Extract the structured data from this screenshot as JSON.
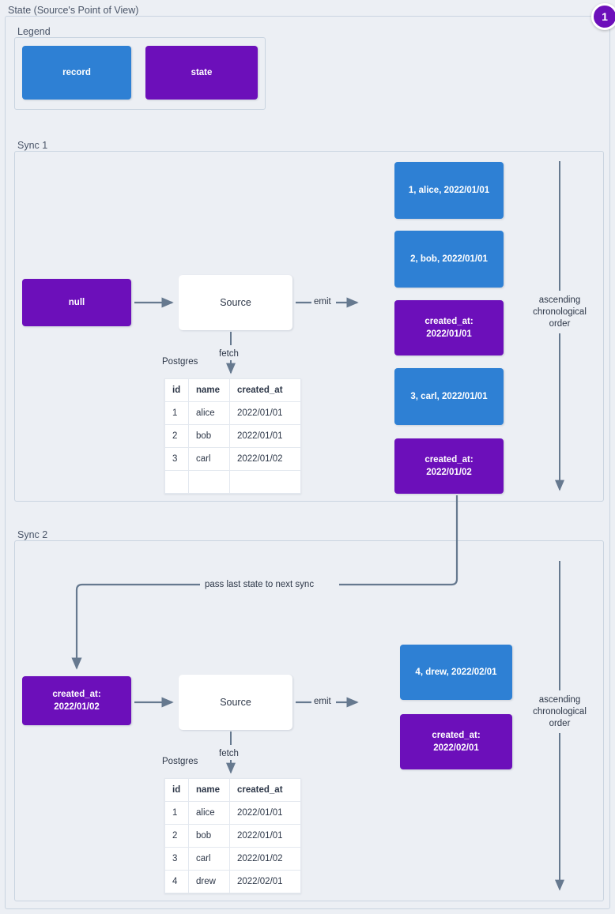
{
  "diagram": {
    "title": "State (Source's Point of View)",
    "badge": "1"
  },
  "legend": {
    "label": "Legend",
    "items": [
      {
        "label": "record",
        "kind": "record",
        "color": "#2e80d4"
      },
      {
        "label": "state",
        "kind": "state",
        "color": "#6c0fba"
      }
    ]
  },
  "sync1": {
    "label": "Sync 1",
    "input_state": "null",
    "source": "Source",
    "emit_label": "emit",
    "fetch_label": "fetch",
    "db_label": "Postgres",
    "order_note": "ascending\nchronological\norder",
    "table": {
      "columns": [
        "id",
        "name",
        "created_at"
      ],
      "rows": [
        [
          "1",
          "alice",
          "2022/01/01"
        ],
        [
          "2",
          "bob",
          "2022/01/01"
        ],
        [
          "3",
          "carl",
          "2022/01/02"
        ],
        [
          "",
          "",
          ""
        ]
      ]
    },
    "emitted": [
      {
        "kind": "record",
        "text": "1, alice, 2022/01/01"
      },
      {
        "kind": "record",
        "text": "2, bob, 2022/01/01"
      },
      {
        "kind": "state",
        "text": "created_at:\n2022/01/01"
      },
      {
        "kind": "record",
        "text": "3, carl, 2022/01/01"
      },
      {
        "kind": "state",
        "text": "created_at:\n2022/01/02"
      }
    ]
  },
  "pass_state_label": "pass last state to next sync",
  "sync2": {
    "label": "Sync 2",
    "input_state": "created_at:\n2022/01/02",
    "source": "Source",
    "emit_label": "emit",
    "fetch_label": "fetch",
    "db_label": "Postgres",
    "order_note": "ascending\nchronological\norder",
    "table": {
      "columns": [
        "id",
        "name",
        "created_at"
      ],
      "rows": [
        [
          "1",
          "alice",
          "2022/01/01"
        ],
        [
          "2",
          "bob",
          "2022/01/01"
        ],
        [
          "3",
          "carl",
          "2022/01/02"
        ],
        [
          "4",
          "drew",
          "2022/02/01"
        ]
      ]
    },
    "emitted": [
      {
        "kind": "record",
        "text": "4, drew, 2022/02/01"
      },
      {
        "kind": "state",
        "text": "created_at:\n2022/02/01"
      }
    ]
  }
}
